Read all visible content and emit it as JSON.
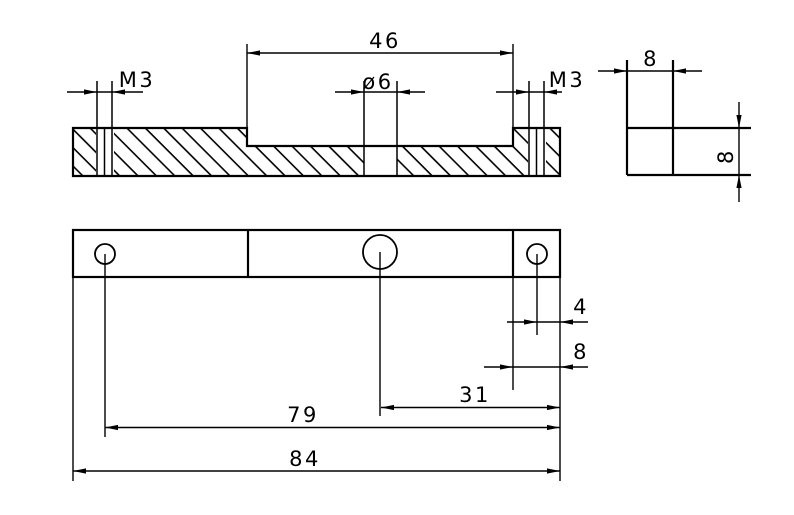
{
  "drawing": {
    "type": "engineering-drawing",
    "background_color": "#ffffff",
    "line_color": "#000000",
    "views": {
      "section": {
        "description": "front section view with hatching",
        "recess_width": "46",
        "hole_diameter": "ø6",
        "thread_left": "M3",
        "thread_right": "M3"
      },
      "side": {
        "description": "right end view",
        "width": "8",
        "thickness": "8"
      },
      "plan": {
        "description": "bottom plan view",
        "hole_edge_offset": "4",
        "end_width": "8",
        "center_hole_offset": "31",
        "hole_spacing": "79",
        "total_length": "84"
      }
    }
  }
}
